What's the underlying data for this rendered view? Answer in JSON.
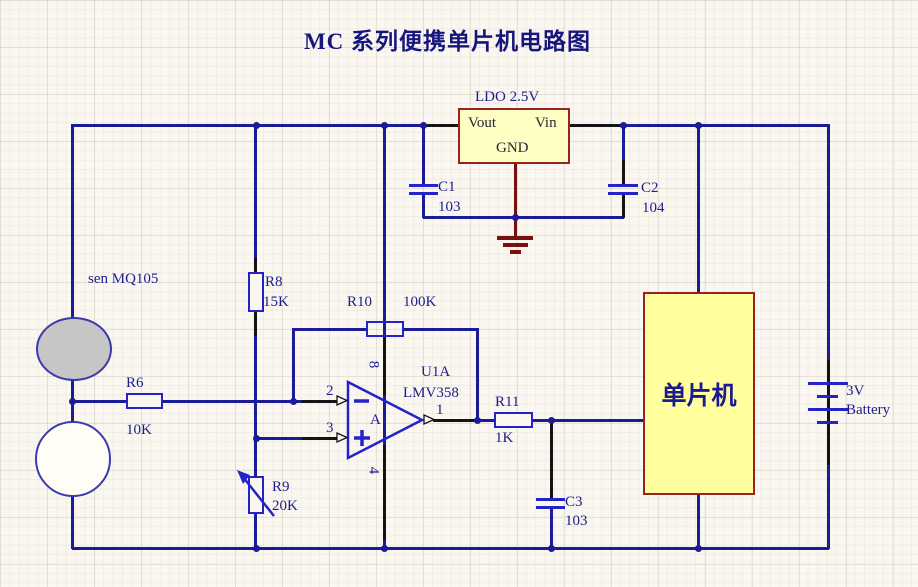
{
  "title": "MC 系列便携单片机电路图",
  "colors": {
    "wire": "#1b1b96",
    "component_outline": "#2323c8",
    "block_border": "#992323",
    "ldo_fill": "#ffffc4",
    "mcu_fill": "#ffff9e",
    "ground_symbol": "#7a1010",
    "label_text": "#1c1c8f",
    "sensor_fill": "#c6c6c6"
  },
  "ldo": {
    "name": "LDO  2.5V",
    "pins": {
      "vout": "Vout",
      "vin": "Vin",
      "gnd": "GND"
    }
  },
  "capacitors": {
    "c1": {
      "ref": "C1",
      "value": "103"
    },
    "c2": {
      "ref": "C2",
      "value": "104"
    },
    "c3": {
      "ref": "C3",
      "value": "103"
    }
  },
  "resistors": {
    "r6": {
      "ref": "R6",
      "value": "10K"
    },
    "r8": {
      "ref": "R8",
      "value": "15K"
    },
    "r9": {
      "ref": "R9",
      "value": "20K"
    },
    "r10": {
      "ref": "R10",
      "value": "100K"
    },
    "r11": {
      "ref": "R11",
      "value": "1K"
    }
  },
  "sensor": {
    "label": "sen  MQ105"
  },
  "opamp": {
    "ref": "U1A",
    "part": "LMV358",
    "pins": {
      "inverting": "2",
      "noninverting": "3",
      "output": "1",
      "vplus": "8",
      "vminus": "4"
    },
    "symbols": {
      "minus": "−",
      "plus": "+",
      "gain": "A"
    }
  },
  "mcu": {
    "label": "单片机"
  },
  "battery": {
    "voltage": "3V",
    "label": "Battery"
  }
}
